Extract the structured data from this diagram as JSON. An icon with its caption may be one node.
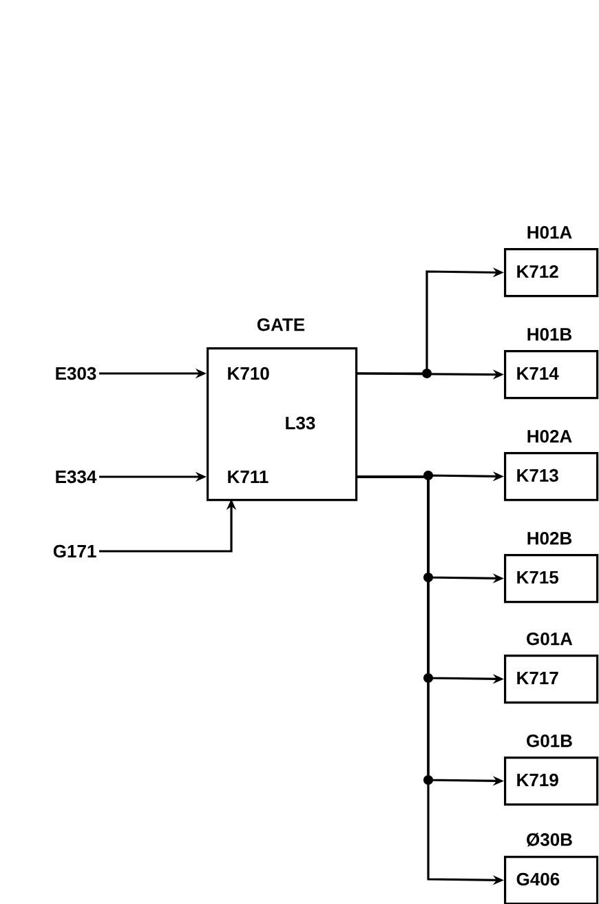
{
  "diagram": {
    "nodes": [
      {
        "text": [
          "E303"
        ]
      },
      {
        "text": [
          "E334"
        ]
      },
      {
        "text": [
          "G171"
        ]
      },
      {
        "text": [
          "GATE",
          "K710",
          "L33",
          "K711"
        ]
      },
      {
        "text": [
          "H01A",
          "K712"
        ]
      },
      {
        "text": [
          "H01B",
          "K714"
        ]
      },
      {
        "text": [
          "H02A",
          "K713"
        ]
      },
      {
        "text": [
          "H02B",
          "K715"
        ]
      },
      {
        "text": [
          "G01A",
          "K717"
        ]
      },
      {
        "text": [
          "G01B",
          "K719"
        ]
      },
      {
        "text": [
          "Ø30B",
          "G406"
        ]
      }
    ],
    "edges": [
      {
        "from": 0,
        "to": 3,
        "arrow": "to"
      },
      {
        "from": 1,
        "to": 3,
        "arrow": "to"
      },
      {
        "from": 2,
        "to": 3,
        "arrow": "to"
      },
      {
        "from": 3,
        "to": 4,
        "arrow": "to"
      },
      {
        "from": 3,
        "to": 5,
        "arrow": "to"
      },
      {
        "from": 3,
        "to": 6,
        "arrow": "to"
      },
      {
        "from": 3,
        "to": 7,
        "arrow": "to"
      },
      {
        "from": 3,
        "to": 8,
        "arrow": "to"
      },
      {
        "from": 3,
        "to": 9,
        "arrow": "to"
      },
      {
        "from": 3,
        "to": 10,
        "arrow": "to"
      }
    ]
  }
}
